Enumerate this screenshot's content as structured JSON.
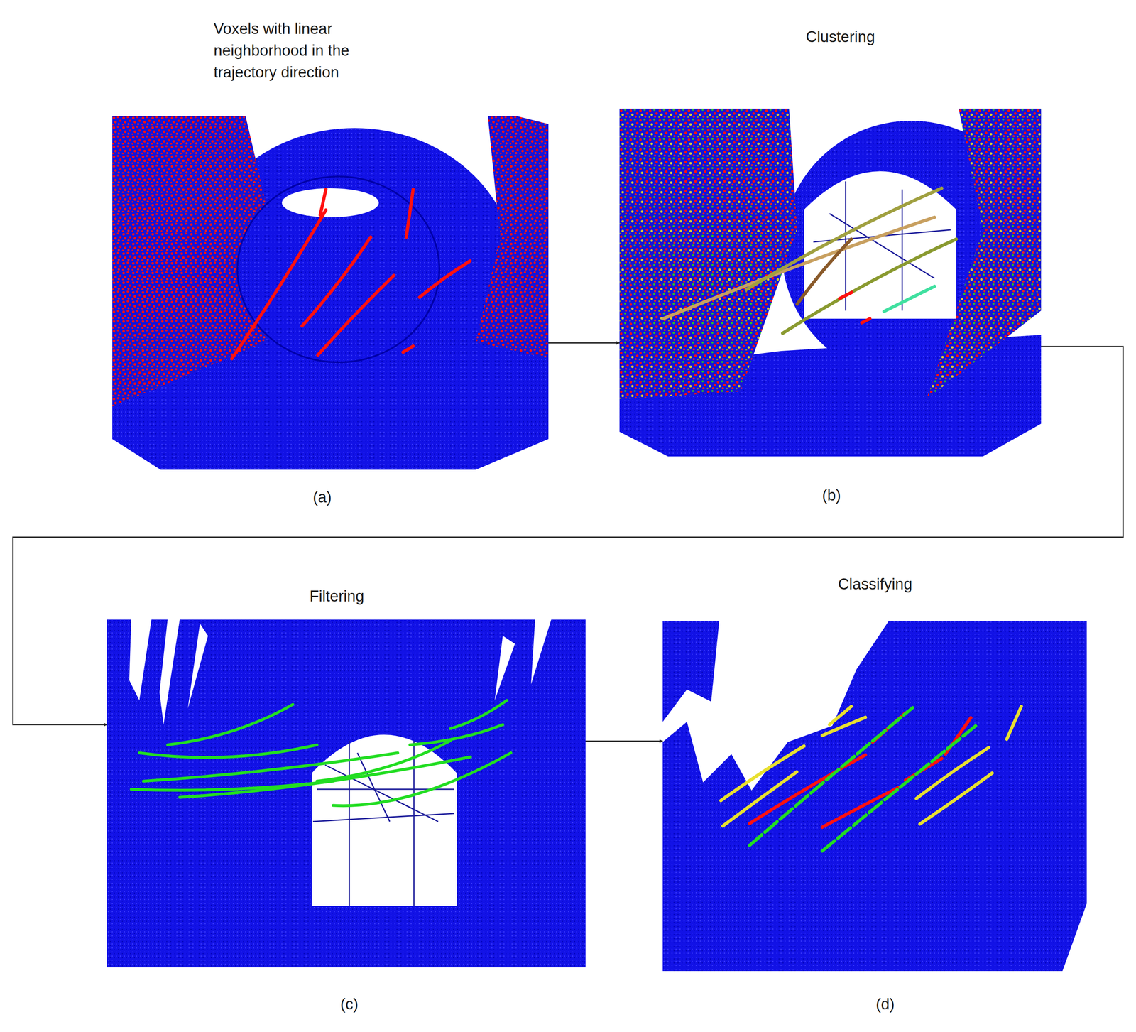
{
  "diagram": {
    "nodes": [
      {
        "text": [
          "Voxels with linear neighborhood in the trajectory direction",
          "(a)"
        ]
      },
      {
        "text": [
          "Clustering",
          "(b)"
        ]
      },
      {
        "text": [
          "Filtering",
          "(c)"
        ]
      },
      {
        "text": [
          "Classifying",
          "(d)"
        ]
      }
    ],
    "edges": [
      {
        "from": 0,
        "to": 1,
        "arrow": "to"
      },
      {
        "from": 1,
        "to": 2,
        "arrow": "to"
      },
      {
        "from": 2,
        "to": 3,
        "arrow": "to"
      }
    ]
  }
}
